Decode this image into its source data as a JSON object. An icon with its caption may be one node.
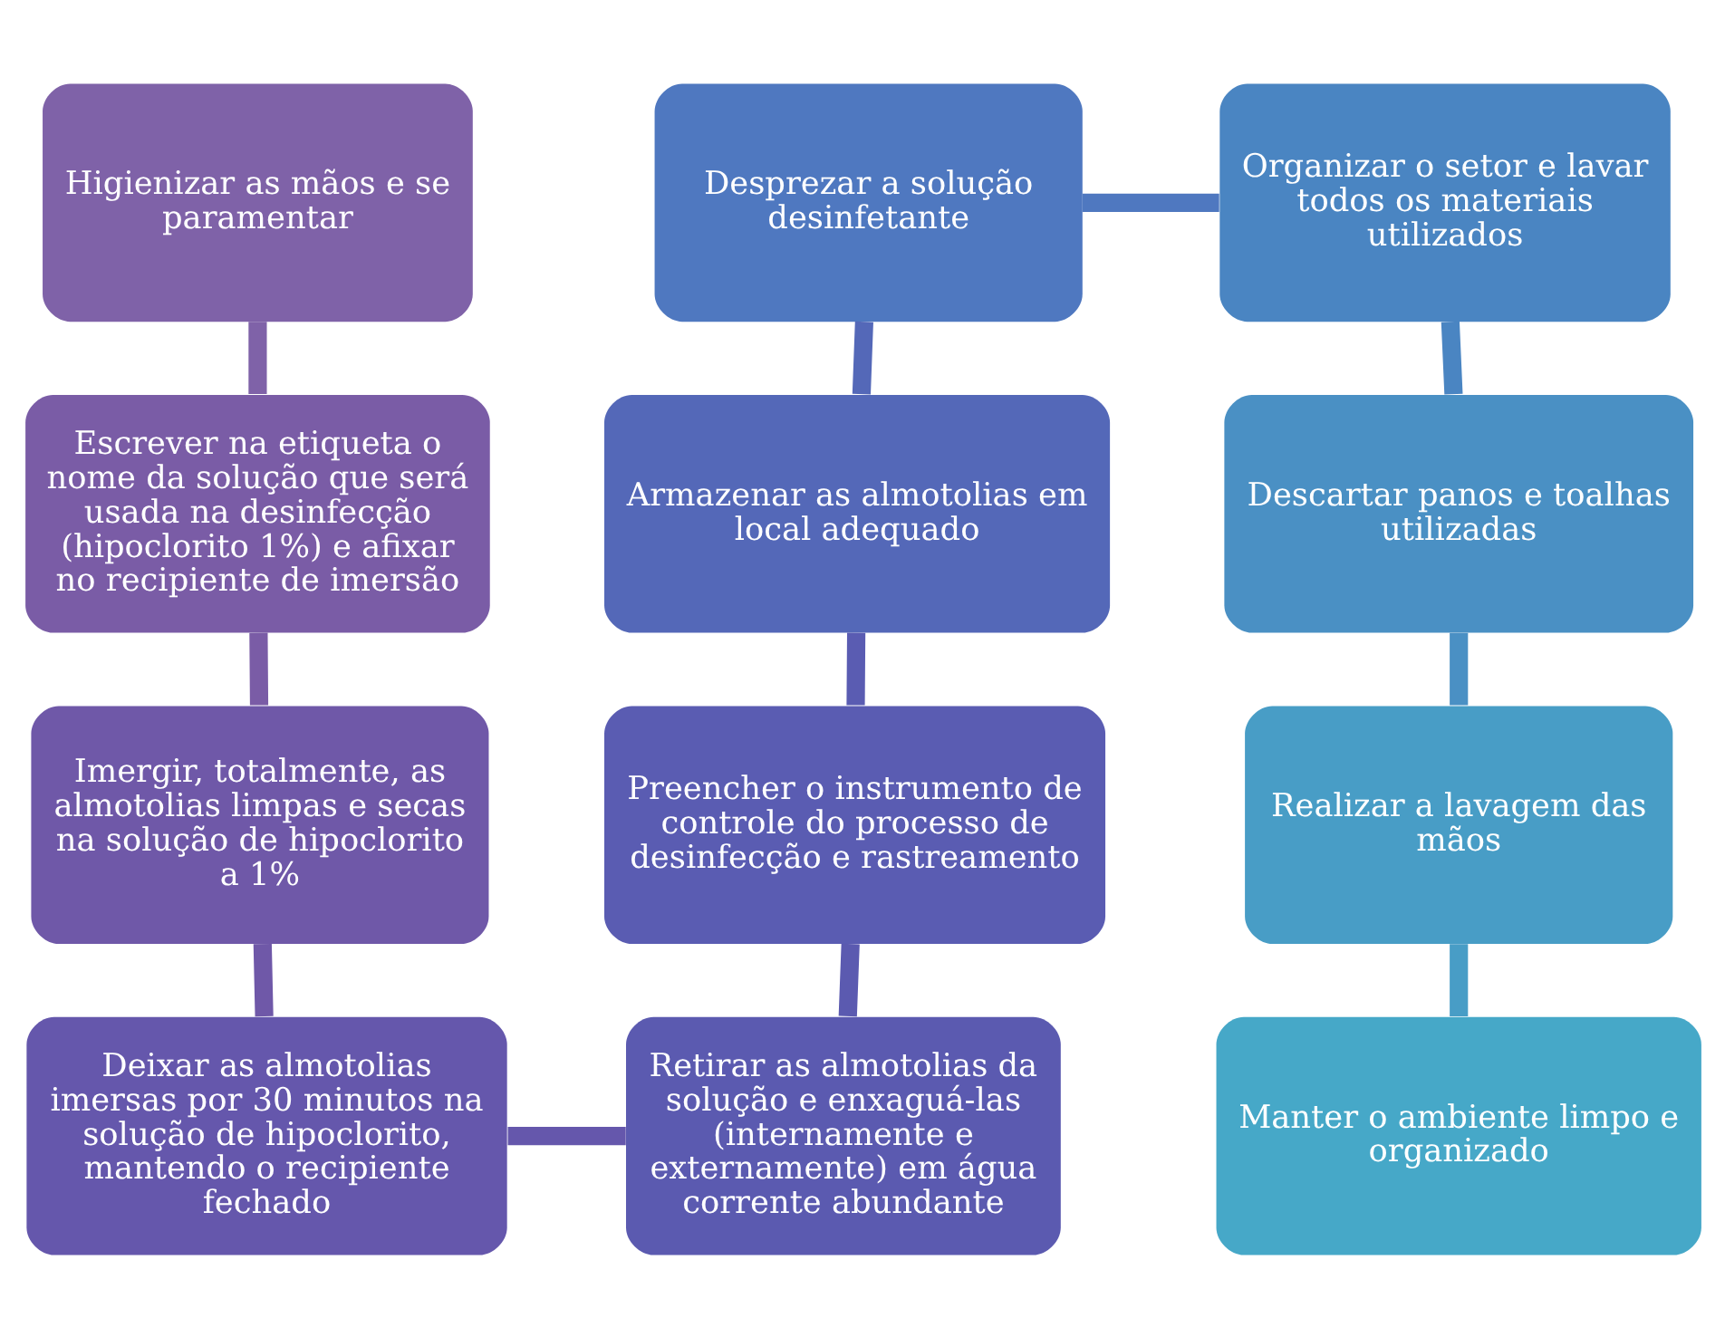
{
  "diagram": {
    "nodes": [
      {
        "text": [
          "Higienizar as mãos e se paramentar"
        ]
      },
      {
        "text": [
          "Escrever na etiqueta o nome da solução que será usada na desinfecção (hipoclorito 1%) e afixar no recipiente de imersão"
        ]
      },
      {
        "text": [
          "Imergir, totalmente, as almotolias limpas e secas na solução de hipoclorito a 1%"
        ]
      },
      {
        "text": [
          "Deixar as almotolias imersas por 30 minutos na solução de hipoclorito, mantendo o recipiente fechado"
        ]
      },
      {
        "text": [
          "Retirar as almotolias da solução e enxaguá-las (internamente e externamente) em água corrente abundante"
        ]
      },
      {
        "text": [
          "Preencher o instrumento de controle do processo de desinfecção e rastreamento"
        ]
      },
      {
        "text": [
          "Armazenar as almotolias em local adequado"
        ]
      },
      {
        "text": [
          "Desprezar a solução desinfetante"
        ]
      },
      {
        "text": [
          "Organizar o setor e lavar todos os materiais utilizados"
        ]
      },
      {
        "text": [
          "Descartar panos e toalhas utilizadas"
        ]
      },
      {
        "text": [
          "Realizar a lavagem das mãos"
        ]
      },
      {
        "text": [
          "Manter o ambiente limpo e organizado"
        ]
      }
    ],
    "edges": [
      {
        "from": 0,
        "to": 1,
        "arrow": "none"
      },
      {
        "from": 1,
        "to": 2,
        "arrow": "none"
      },
      {
        "from": 2,
        "to": 3,
        "arrow": "none"
      },
      {
        "from": 3,
        "to": 4,
        "arrow": "none"
      },
      {
        "from": 4,
        "to": 5,
        "arrow": "none"
      },
      {
        "from": 5,
        "to": 6,
        "arrow": "none"
      },
      {
        "from": 6,
        "to": 7,
        "arrow": "none"
      },
      {
        "from": 7,
        "to": 8,
        "arrow": "none"
      },
      {
        "from": 8,
        "to": 9,
        "arrow": "none"
      },
      {
        "from": 9,
        "to": 10,
        "arrow": "none"
      },
      {
        "from": 10,
        "to": 11,
        "arrow": "none"
      }
    ]
  }
}
